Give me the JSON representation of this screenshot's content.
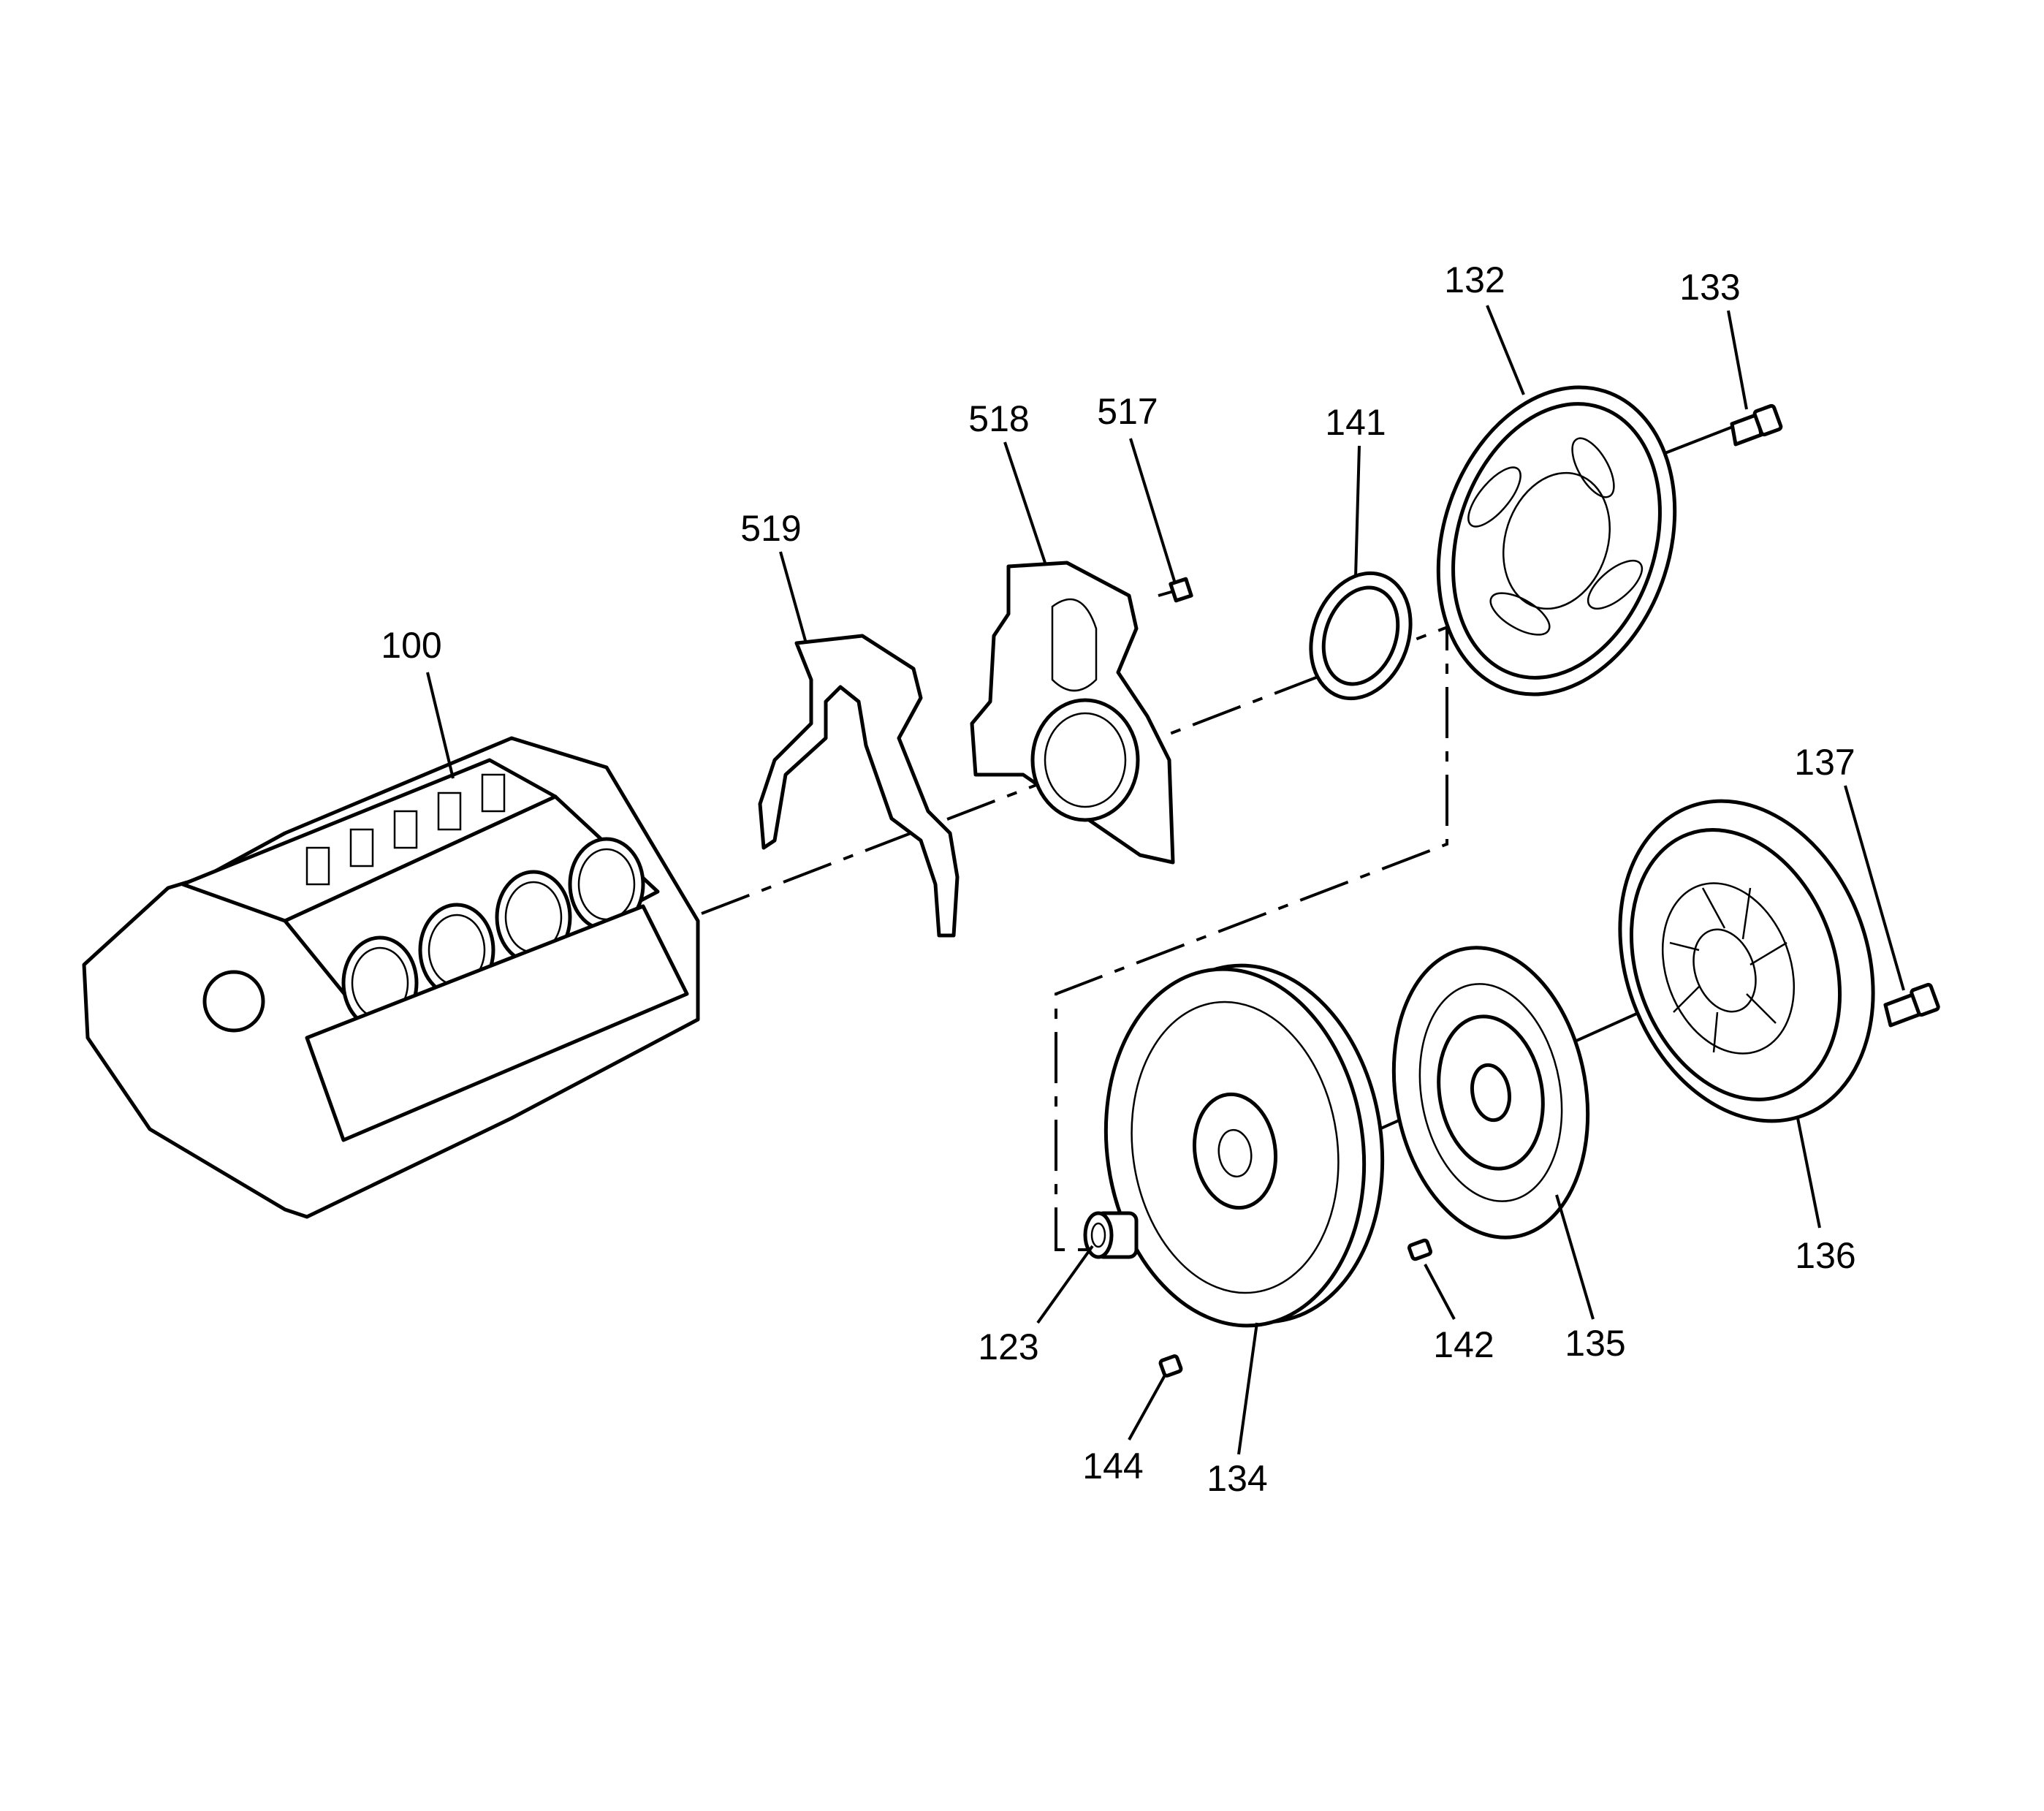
{
  "diagram": {
    "part_labels": {
      "p100": "100",
      "p519": "519",
      "p518": "518",
      "p517": "517",
      "p141": "141",
      "p132": "132",
      "p133": "133",
      "p137": "137",
      "p136": "136",
      "p135": "135",
      "p142": "142",
      "p134": "134",
      "p144": "144",
      "p123": "123"
    }
  }
}
